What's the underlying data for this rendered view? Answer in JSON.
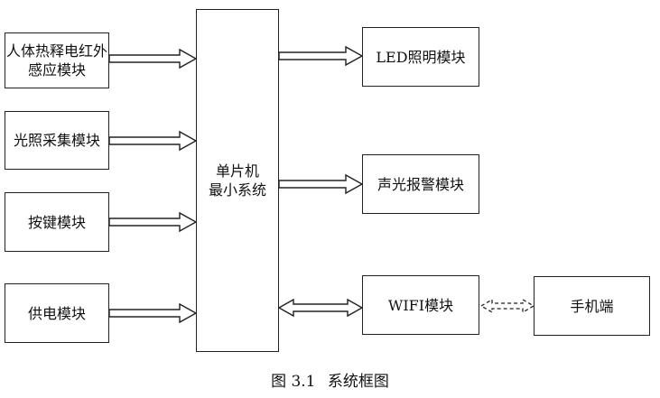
{
  "modules_left": [
    {
      "line1": "人体热释电红外",
      "line2": "感应模块"
    },
    {
      "line1": "光照采集模块"
    },
    {
      "line1": "按键模块"
    },
    {
      "line1": "供电模块"
    }
  ],
  "mcu": {
    "line1": "单片机",
    "line2": "最小系统"
  },
  "modules_right": [
    {
      "line1": "LED照明模块"
    },
    {
      "line1": "声光报警模块"
    },
    {
      "line1": "WIFI模块"
    }
  ],
  "phone": {
    "line1": "手机端"
  },
  "caption": {
    "number": "图 3.1",
    "title": "系统框图"
  }
}
